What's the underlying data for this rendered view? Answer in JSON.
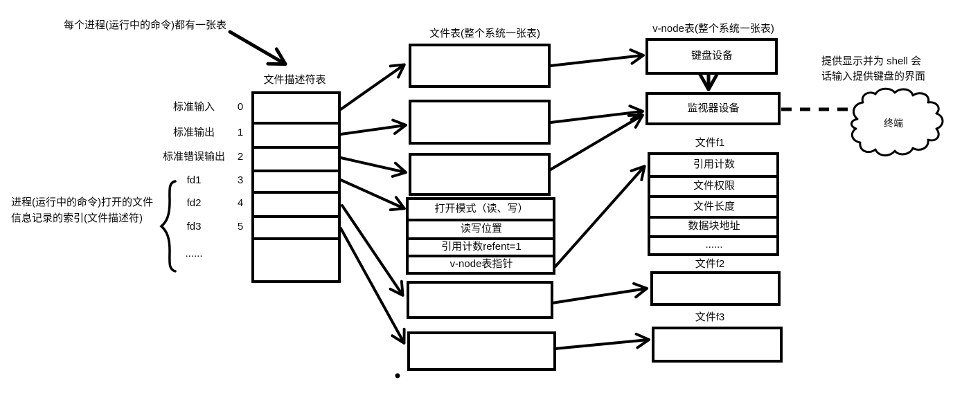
{
  "notes": {
    "process": "每个进程(运行中的命令)都有一张表",
    "fd_index_line1": "进程(运行中的命令)打开的文件",
    "fd_index_line2": "信息记录的索引(文件描述符)",
    "terminal_line1": "提供显示并为 shell 会",
    "terminal_line2": "话输入提供键盘的界面"
  },
  "fd_table": {
    "title": "文件描述符表",
    "rows": [
      {
        "label": "标准输入",
        "index": "0"
      },
      {
        "label": "标准输出",
        "index": "1"
      },
      {
        "label": "标准错误输出",
        "index": "2"
      },
      {
        "label": "fd1",
        "index": "3"
      },
      {
        "label": "fd2",
        "index": "4"
      },
      {
        "label": "fd3",
        "index": "5"
      },
      {
        "label": "......",
        "index": ""
      }
    ]
  },
  "file_table": {
    "title": "文件表(整个系统一张表)",
    "detail_rows": [
      "打开模式（读、写）",
      "读写位置",
      "引用计数refent=1",
      "v-node表指针"
    ]
  },
  "vnode_table": {
    "title": "v-node表(整个系统一张表)",
    "keyboard": "键盘设备",
    "monitor": "监视器设备",
    "f1_title": "文件f1",
    "f1_rows": [
      "引用计数",
      "文件权限",
      "文件长度",
      "数据块地址",
      "......"
    ],
    "f2_title": "文件f2",
    "f3_title": "文件f3"
  },
  "terminal": {
    "label": "终端"
  },
  "colors": {
    "ink": "#000000",
    "background": "#ffffff"
  }
}
